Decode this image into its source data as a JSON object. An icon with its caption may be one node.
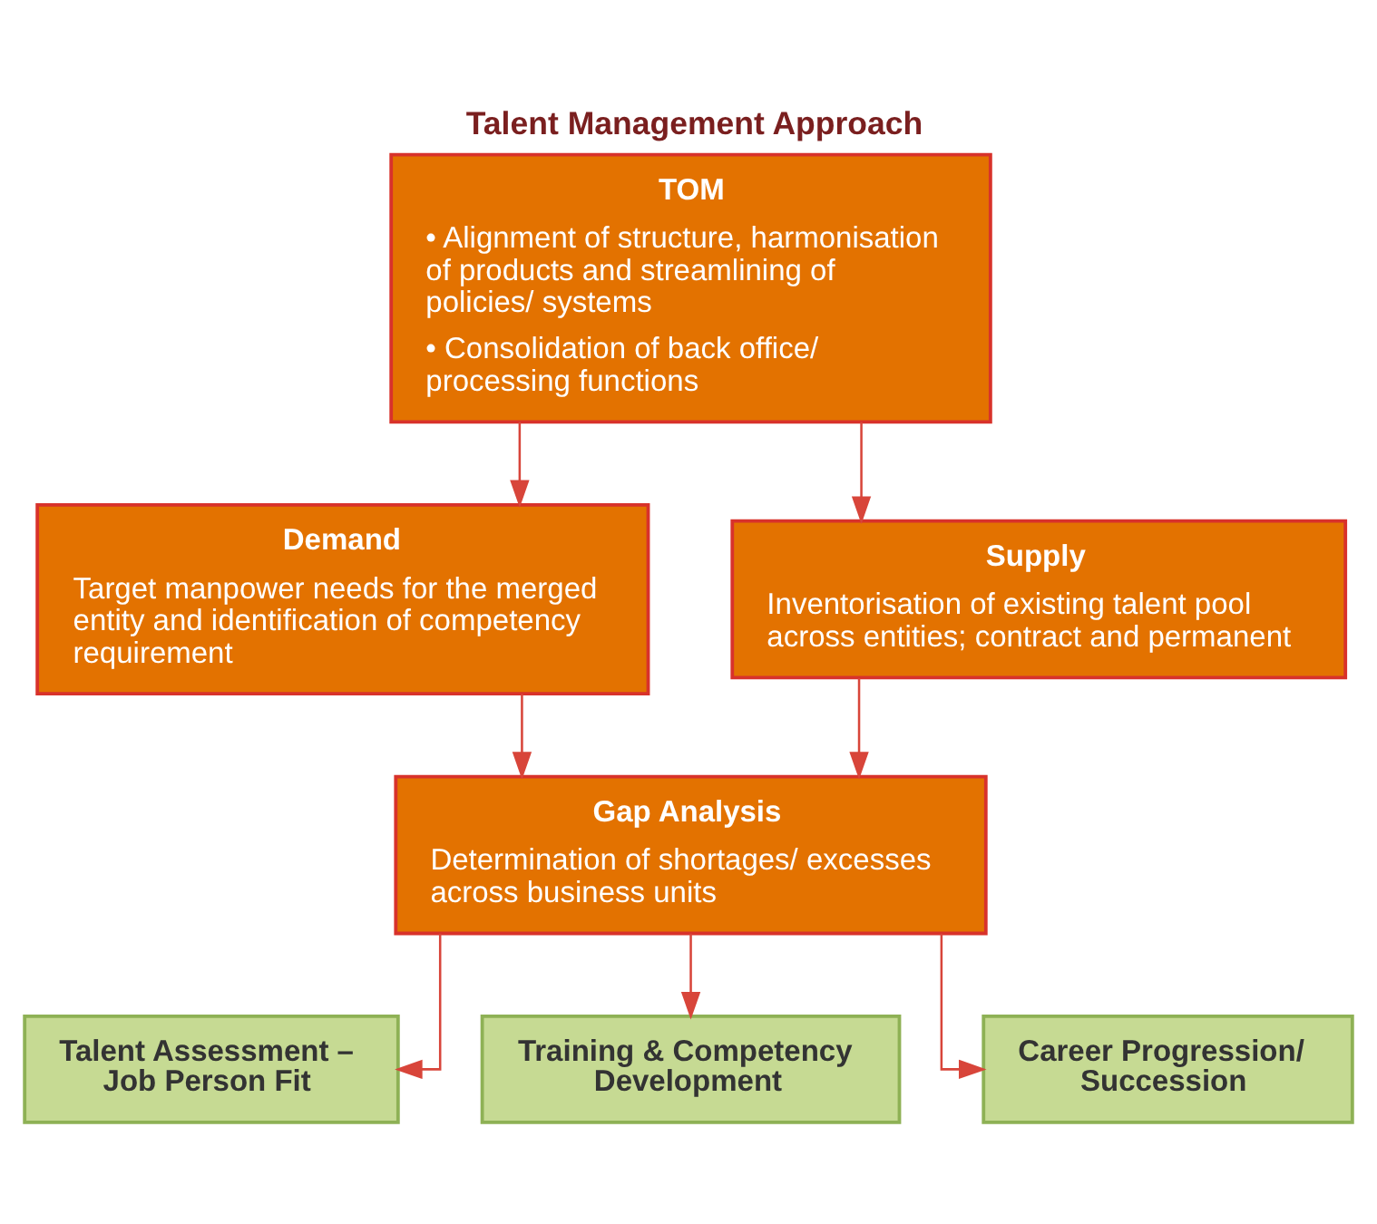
{
  "diagram": {
    "title": "Talent Management Approach",
    "nodes": [
      {
        "text": [
          "TOM",
          "• Alignment of structure, harmonisation of products and streamlining of policies/ systems",
          "• Consolidation of back office/ processing functions"
        ]
      },
      {
        "text": [
          "Demand",
          "Target manpower needs for the merged entity and identification of competency requirement"
        ]
      },
      {
        "text": [
          "Supply",
          "Inventorisation of existing talent pool across entities; contract and permanent"
        ]
      },
      {
        "text": [
          "Gap Analysis",
          "Determination of shortages/ excesses across business units"
        ]
      },
      {
        "text": [
          "Talent Assessment – Job Person Fit"
        ]
      },
      {
        "text": [
          "Training & Competency Development"
        ]
      },
      {
        "text": [
          "Career Progression/ Succession"
        ]
      }
    ],
    "edges": [
      {
        "from": 0,
        "to": 1,
        "arrow": "to"
      },
      {
        "from": 0,
        "to": 2,
        "arrow": "to"
      },
      {
        "from": 1,
        "to": 3,
        "arrow": "to"
      },
      {
        "from": 2,
        "to": 3,
        "arrow": "to"
      },
      {
        "from": 3,
        "to": 4,
        "arrow": "to"
      },
      {
        "from": 3,
        "to": 5,
        "arrow": "to"
      },
      {
        "from": 3,
        "to": 6,
        "arrow": "to"
      }
    ]
  }
}
